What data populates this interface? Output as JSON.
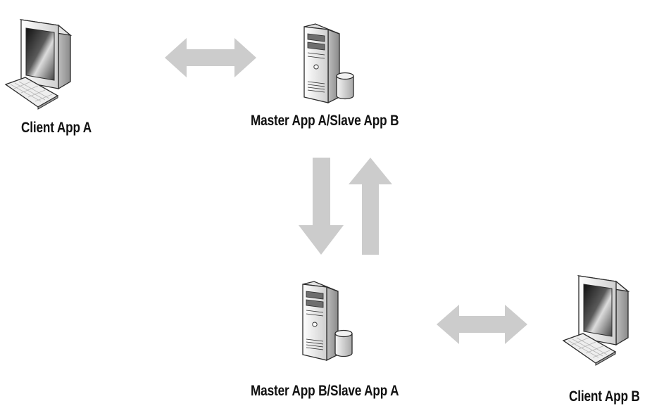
{
  "diagram": {
    "nodes": {
      "client_a": {
        "label": "Client App A",
        "icon": "desktop-computer-icon"
      },
      "master_a": {
        "label": "Master App A/Slave App B",
        "icon": "server-with-database-icon"
      },
      "master_b": {
        "label": "Master App B/Slave App A",
        "icon": "server-with-database-icon"
      },
      "client_b": {
        "label": "Client  App B",
        "icon": "desktop-computer-icon"
      }
    },
    "connections": [
      {
        "from": "Client App A",
        "to": "Master App A/Slave App B",
        "direction": "bidirectional"
      },
      {
        "from": "Master App A/Slave App B",
        "to": "Master App B/Slave App A",
        "direction": "down"
      },
      {
        "from": "Master App B/Slave App A",
        "to": "Master App A/Slave App B",
        "direction": "up"
      },
      {
        "from": "Master App B/Slave App A",
        "to": "Client  App B",
        "direction": "bidirectional"
      }
    ],
    "colors": {
      "arrow": "#cccccc",
      "outline": "#2b2b2b",
      "label": "#111111"
    }
  }
}
